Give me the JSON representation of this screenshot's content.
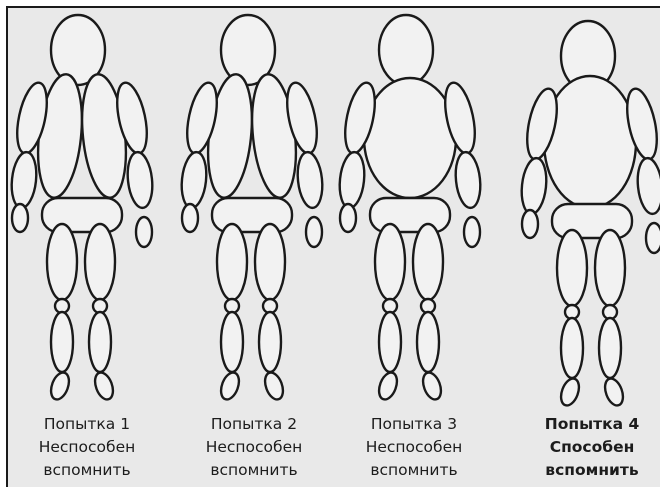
{
  "captions": [
    {
      "attempt": "Попытка 1",
      "status_line1": "Неспособен",
      "status_line2": "вспомнить",
      "emphasized": false
    },
    {
      "attempt": "Попытка 2",
      "status_line1": "Неспособен",
      "status_line2": "вспомнить",
      "emphasized": false
    },
    {
      "attempt": "Попытка 3",
      "status_line1": "Неспособен",
      "status_line2": "вспомнить",
      "emphasized": false
    },
    {
      "attempt": "Попытка 4",
      "status_line1": "Способен",
      "status_line2": "вспомнить",
      "emphasized": true
    }
  ]
}
